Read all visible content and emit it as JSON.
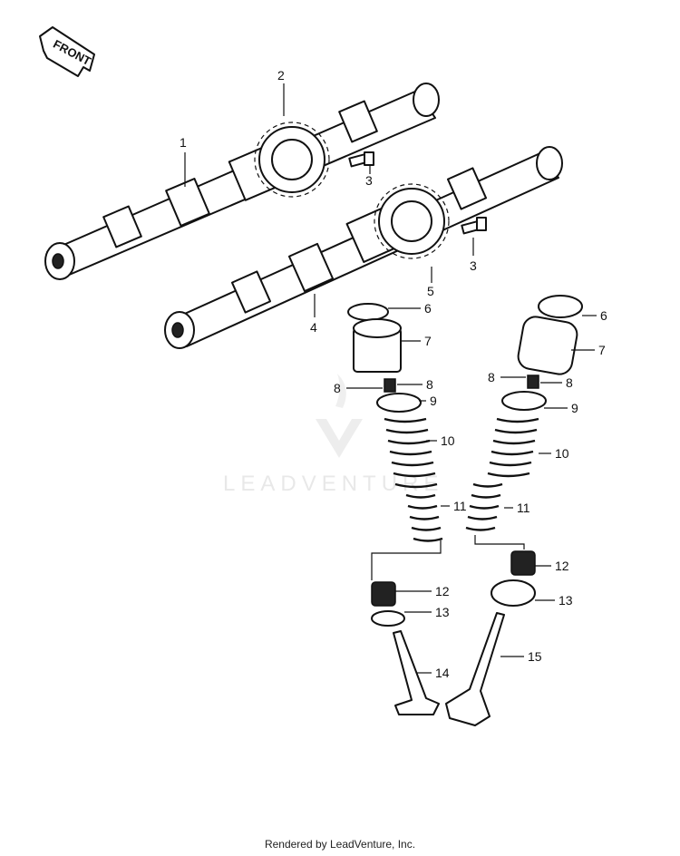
{
  "front_arrow": {
    "label": "FRONT"
  },
  "watermark": {
    "text": "LEADVENTURE"
  },
  "callouts": [
    "1",
    "2",
    "3",
    "3",
    "4",
    "5",
    "6",
    "6",
    "7",
    "7",
    "8",
    "8",
    "8",
    "8",
    "9",
    "9",
    "10",
    "10",
    "11",
    "11",
    "12",
    "12",
    "13",
    "13",
    "14",
    "15"
  ],
  "footer": {
    "text": "Rendered by LeadVenture, Inc."
  }
}
